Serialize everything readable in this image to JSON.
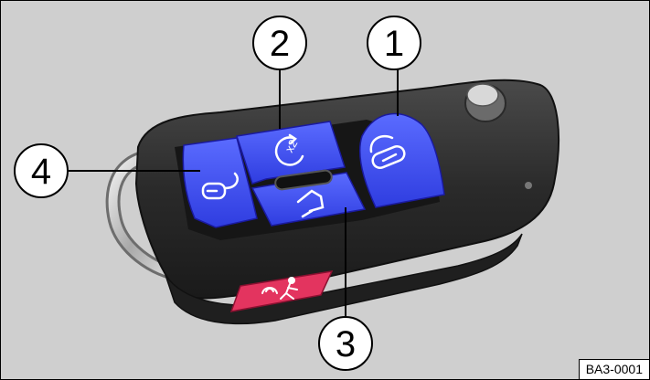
{
  "figure": {
    "reference_code": "BA3-0001",
    "background_color": "#cfcfcf",
    "button_color": "#3b4bff",
    "panic_button_color": "#e3345f",
    "key_body_color": "#2a2a2a"
  },
  "callouts": [
    {
      "number": "1",
      "target": "lock-button"
    },
    {
      "number": "2",
      "target": "sliding-door-double-press-button"
    },
    {
      "number": "3",
      "target": "sliding-door-button"
    },
    {
      "number": "4",
      "target": "unlock-button"
    }
  ]
}
